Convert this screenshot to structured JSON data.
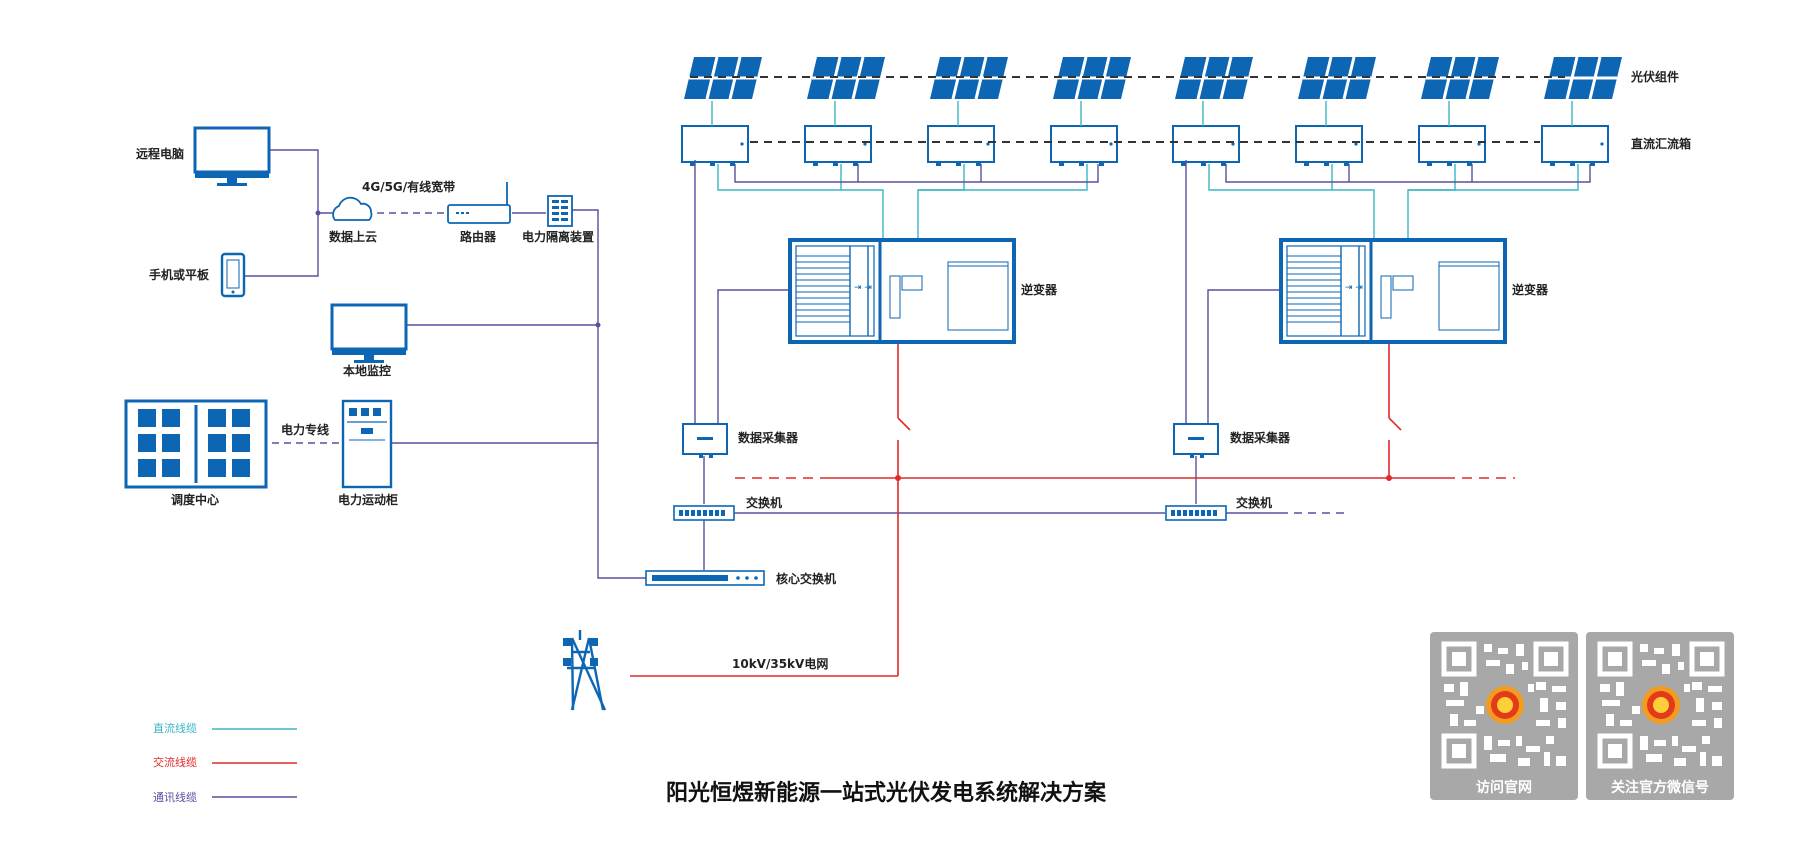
{
  "colors": {
    "dc": "#3bb6c4",
    "ac": "#e02a2a",
    "comm": "#5a4ea0",
    "device": "#0c66b4",
    "qr_bg": "#a8a8a8"
  },
  "labels": {
    "pv_modules": "光伏组件",
    "combiner": "直流汇流箱",
    "inverter_1": "逆变器",
    "inverter_2": "逆变器",
    "collector_1": "数据采集器",
    "collector_2": "数据采集器",
    "switch_1": "交换机",
    "switch_2": "交换机",
    "core_switch": "核心交换机",
    "grid": "10kV/35kV电网",
    "remote_pc": "远程电脑",
    "mobile": "手机或平板",
    "network": "4G/5G/有线宽带",
    "cloud": "数据上云",
    "router": "路由器",
    "isolation": "电力隔离装置",
    "local_monitor": "本地监控",
    "dispatch": "调度中心",
    "dedicated_line": "电力专线",
    "power_cabinet": "电力运动柜"
  },
  "legend": [
    {
      "label": "直流线缆",
      "color": "#3bb6c4"
    },
    {
      "label": "交流线缆",
      "color": "#e02a2a"
    },
    {
      "label": "通讯线缆",
      "color": "#5a4ea0"
    }
  ],
  "title": "阳光恒煜新能源一站式光伏发电系统解决方案",
  "qr": [
    {
      "caption": "访问官网"
    },
    {
      "caption": "关注官方微信号"
    }
  ]
}
